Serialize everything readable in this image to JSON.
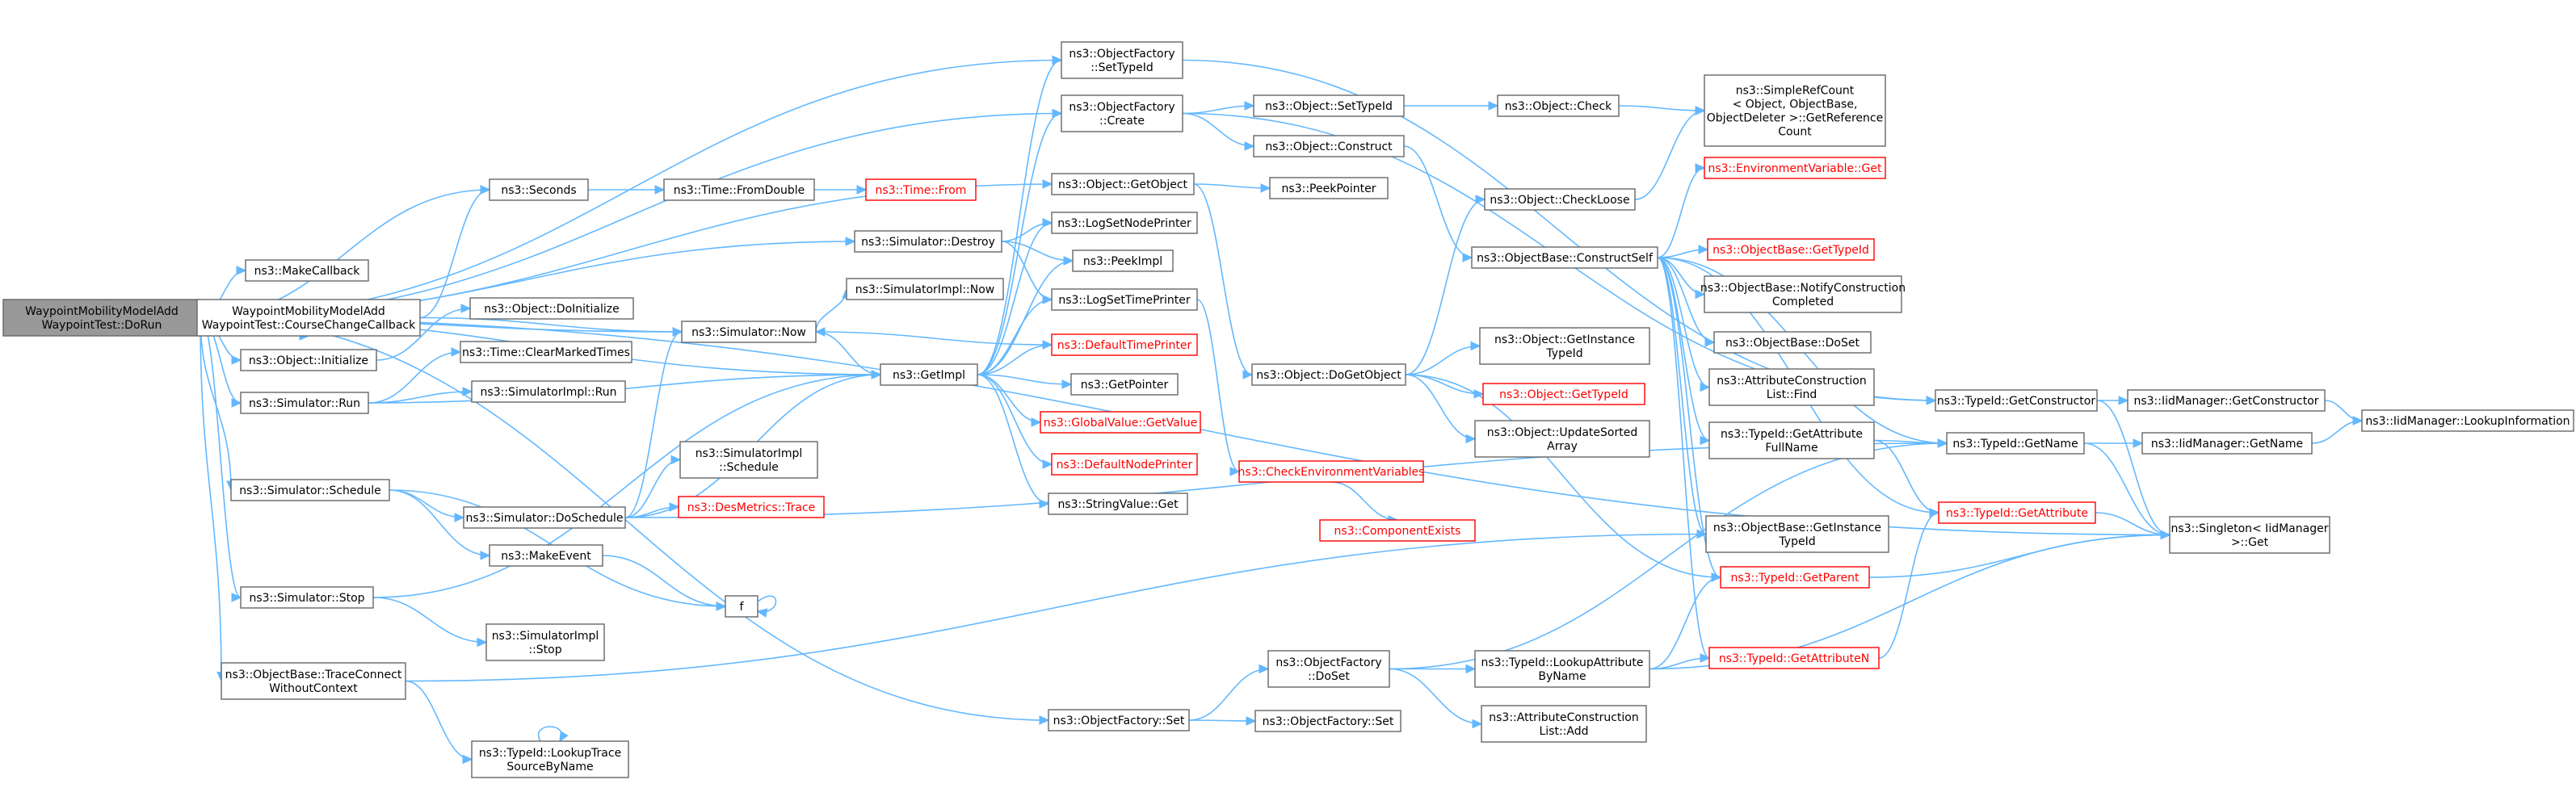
{
  "colors": {
    "edge": "#63b8ff",
    "border": "#666666",
    "root_fill": "#999999",
    "link_red": "#ff0000"
  },
  "nodes": [
    {
      "id": "root",
      "lines": [
        "WaypointMobilityModelAdd",
        "WaypointTest::DoRun"
      ],
      "style": "root"
    },
    {
      "id": "makecallback",
      "lines": [
        "ns3::MakeCallback"
      ]
    },
    {
      "id": "coursechange",
      "lines": [
        "WaypointMobilityModelAdd",
        "WaypointTest::CourseChangeCallback"
      ]
    },
    {
      "id": "objinit",
      "lines": [
        "ns3::Object::Initialize"
      ]
    },
    {
      "id": "simrun",
      "lines": [
        "ns3::Simulator::Run"
      ]
    },
    {
      "id": "simschedule",
      "lines": [
        "ns3::Simulator::Schedule"
      ]
    },
    {
      "id": "simstop",
      "lines": [
        "ns3::Simulator::Stop"
      ]
    },
    {
      "id": "traceconnect",
      "lines": [
        "ns3::ObjectBase::TraceConnect",
        "WithoutContext"
      ]
    },
    {
      "id": "seconds",
      "lines": [
        "ns3::Seconds"
      ]
    },
    {
      "id": "timefromdouble",
      "lines": [
        "ns3::Time::FromDouble"
      ]
    },
    {
      "id": "timefrom",
      "lines": [
        "ns3::Time::From"
      ],
      "style": "red"
    },
    {
      "id": "objdoinit",
      "lines": [
        "ns3::Object::DoInitialize"
      ]
    },
    {
      "id": "clearmarked",
      "lines": [
        "ns3::Time::ClearMarkedTimes"
      ]
    },
    {
      "id": "simimplrun",
      "lines": [
        "ns3::SimulatorImpl::Run"
      ]
    },
    {
      "id": "simnow",
      "lines": [
        "ns3::Simulator::Now"
      ]
    },
    {
      "id": "simimplnow",
      "lines": [
        "ns3::SimulatorImpl::Now"
      ]
    },
    {
      "id": "simdestroy",
      "lines": [
        "ns3::Simulator::Destroy"
      ]
    },
    {
      "id": "doschedule",
      "lines": [
        "ns3::Simulator::DoSchedule"
      ]
    },
    {
      "id": "makeevent",
      "lines": [
        "ns3::MakeEvent"
      ]
    },
    {
      "id": "f",
      "lines": [
        "f"
      ]
    },
    {
      "id": "simimplstop",
      "lines": [
        "ns3::SimulatorImpl",
        "::Stop"
      ]
    },
    {
      "id": "lookuptrace",
      "lines": [
        "ns3::TypeId::LookupTrace",
        "SourceByName"
      ]
    },
    {
      "id": "simimplschedule",
      "lines": [
        "ns3::SimulatorImpl",
        "::Schedule"
      ]
    },
    {
      "id": "desmetrics",
      "lines": [
        "ns3::DesMetrics::Trace"
      ],
      "style": "red"
    },
    {
      "id": "getimpl",
      "lines": [
        "ns3::GetImpl"
      ]
    },
    {
      "id": "ofsettypeid",
      "lines": [
        "ns3::ObjectFactory",
        "::SetTypeId"
      ]
    },
    {
      "id": "ofcreate",
      "lines": [
        "ns3::ObjectFactory",
        "::Create"
      ]
    },
    {
      "id": "objgetobject",
      "lines": [
        "ns3::Object::GetObject"
      ]
    },
    {
      "id": "logsetnode",
      "lines": [
        "ns3::LogSetNodePrinter"
      ]
    },
    {
      "id": "peekimpl",
      "lines": [
        "ns3::PeekImpl"
      ]
    },
    {
      "id": "logsettime",
      "lines": [
        "ns3::LogSetTimePrinter"
      ]
    },
    {
      "id": "defaulttime",
      "lines": [
        "ns3::DefaultTimePrinter"
      ],
      "style": "red"
    },
    {
      "id": "getpointer",
      "lines": [
        "ns3::GetPointer"
      ]
    },
    {
      "id": "globalvalue",
      "lines": [
        "ns3::GlobalValue::GetValue"
      ],
      "style": "red"
    },
    {
      "id": "defaultnode",
      "lines": [
        "ns3::DefaultNodePrinter"
      ],
      "style": "red"
    },
    {
      "id": "stringvalue",
      "lines": [
        "ns3::StringValue::Get"
      ]
    },
    {
      "id": "ofset",
      "lines": [
        "ns3::ObjectFactory::Set"
      ]
    },
    {
      "id": "objsettypeid",
      "lines": [
        "ns3::Object::SetTypeId"
      ]
    },
    {
      "id": "objconstruct",
      "lines": [
        "ns3::Object::Construct"
      ]
    },
    {
      "id": "peekpointer",
      "lines": [
        "ns3::PeekPointer"
      ]
    },
    {
      "id": "objdogetobject",
      "lines": [
        "ns3::Object::DoGetObject"
      ]
    },
    {
      "id": "checkenv",
      "lines": [
        "ns3::CheckEnvironmentVariables"
      ],
      "style": "red"
    },
    {
      "id": "componentexists",
      "lines": [
        "ns3::ComponentExists"
      ],
      "style": "red"
    },
    {
      "id": "ofdoset",
      "lines": [
        "ns3::ObjectFactory",
        "::DoSet"
      ]
    },
    {
      "id": "ofset2",
      "lines": [
        "ns3::ObjectFactory::Set"
      ]
    },
    {
      "id": "objcheck",
      "lines": [
        "ns3::Object::Check"
      ]
    },
    {
      "id": "objcheckloose",
      "lines": [
        "ns3::Object::CheckLoose"
      ]
    },
    {
      "id": "constructself",
      "lines": [
        "ns3::ObjectBase::ConstructSelf"
      ]
    },
    {
      "id": "objgetinstance",
      "lines": [
        "ns3::Object::GetInstance",
        "TypeId"
      ]
    },
    {
      "id": "objgettypeid",
      "lines": [
        "ns3::Object::GetTypeId"
      ],
      "style": "red"
    },
    {
      "id": "objupdatesorted",
      "lines": [
        "ns3::Object::UpdateSorted",
        "Array"
      ]
    },
    {
      "id": "lookupattr",
      "lines": [
        "ns3::TypeId::LookupAttribute",
        "ByName"
      ]
    },
    {
      "id": "attrconstructadd",
      "lines": [
        "ns3::AttributeConstruction",
        "List::Add"
      ]
    },
    {
      "id": "simplerefcount",
      "lines": [
        "ns3::SimpleRefCount",
        "< Object, ObjectBase,",
        "ObjectDeleter >::GetReference",
        "Count"
      ]
    },
    {
      "id": "envvarget",
      "lines": [
        "ns3::EnvironmentVariable::Get"
      ],
      "style": "red"
    },
    {
      "id": "obgettypeid",
      "lines": [
        "ns3::ObjectBase::GetTypeId"
      ],
      "style": "red"
    },
    {
      "id": "obnotify",
      "lines": [
        "ns3::ObjectBase::NotifyConstruction",
        "Completed"
      ]
    },
    {
      "id": "obdoset",
      "lines": [
        "ns3::ObjectBase::DoSet"
      ]
    },
    {
      "id": "attrconstructfind",
      "lines": [
        "ns3::AttributeConstruction",
        "List::Find"
      ]
    },
    {
      "id": "getattrfullname",
      "lines": [
        "ns3::TypeId::GetAttribute",
        "FullName"
      ]
    },
    {
      "id": "obgetinstance",
      "lines": [
        "ns3::ObjectBase::GetInstance",
        "TypeId"
      ]
    },
    {
      "id": "getparent",
      "lines": [
        "ns3::TypeId::GetParent"
      ],
      "style": "red"
    },
    {
      "id": "getattributen",
      "lines": [
        "ns3::TypeId::GetAttributeN"
      ],
      "style": "red"
    },
    {
      "id": "getconstructor",
      "lines": [
        "ns3::TypeId::GetConstructor"
      ]
    },
    {
      "id": "getname",
      "lines": [
        "ns3::TypeId::GetName"
      ]
    },
    {
      "id": "getattribute",
      "lines": [
        "ns3::TypeId::GetAttribute"
      ],
      "style": "red"
    },
    {
      "id": "iidgetconstructor",
      "lines": [
        "ns3::IidManager::GetConstructor"
      ]
    },
    {
      "id": "iidgetname",
      "lines": [
        "ns3::IidManager::GetName"
      ]
    },
    {
      "id": "iidlookupinfo",
      "lines": [
        "ns3::IidManager::LookupInformation"
      ]
    },
    {
      "id": "singletonget",
      "lines": [
        "ns3::Singleton< IidManager",
        ">::Get"
      ]
    }
  ],
  "edges": [
    [
      "root",
      "makecallback"
    ],
    [
      "root",
      "coursechange"
    ],
    [
      "root",
      "objinit"
    ],
    [
      "root",
      "simrun"
    ],
    [
      "root",
      "simschedule"
    ],
    [
      "root",
      "simstop"
    ],
    [
      "root",
      "traceconnect"
    ],
    [
      "root",
      "seconds"
    ],
    [
      "root",
      "simnow"
    ],
    [
      "root",
      "simdestroy"
    ],
    [
      "root",
      "getimpl"
    ],
    [
      "root",
      "ofsettypeid"
    ],
    [
      "root",
      "ofcreate"
    ],
    [
      "root",
      "objgetobject"
    ],
    [
      "root",
      "ofset"
    ],
    [
      "root",
      "singletonget"
    ],
    [
      "coursechange",
      "seconds"
    ],
    [
      "coursechange",
      "simnow"
    ],
    [
      "seconds",
      "timefromdouble"
    ],
    [
      "timefromdouble",
      "timefrom"
    ],
    [
      "objinit",
      "objdoinit"
    ],
    [
      "simrun",
      "clearmarked"
    ],
    [
      "simrun",
      "simimplrun"
    ],
    [
      "simrun",
      "getimpl"
    ],
    [
      "simnow",
      "simimplnow"
    ],
    [
      "simnow",
      "getimpl"
    ],
    [
      "simdestroy",
      "logsetnode"
    ],
    [
      "simdestroy",
      "peekimpl"
    ],
    [
      "simdestroy",
      "logsettime"
    ],
    [
      "simschedule",
      "doschedule"
    ],
    [
      "simschedule",
      "makeevent"
    ],
    [
      "simschedule",
      "f"
    ],
    [
      "doschedule",
      "simnow"
    ],
    [
      "doschedule",
      "getimpl"
    ],
    [
      "doschedule",
      "simimplschedule"
    ],
    [
      "doschedule",
      "desmetrics"
    ],
    [
      "doschedule",
      "getname"
    ],
    [
      "makeevent",
      "f"
    ],
    [
      "f",
      "f"
    ],
    [
      "simstop",
      "simimplstop"
    ],
    [
      "simstop",
      "getimpl"
    ],
    [
      "traceconnect",
      "lookuptrace"
    ],
    [
      "traceconnect",
      "obgetinstance"
    ],
    [
      "lookuptrace",
      "lookuptrace"
    ],
    [
      "getimpl",
      "ofsettypeid"
    ],
    [
      "getimpl",
      "ofcreate"
    ],
    [
      "getimpl",
      "logsetnode"
    ],
    [
      "getimpl",
      "peekimpl"
    ],
    [
      "getimpl",
      "logsettime"
    ],
    [
      "getimpl",
      "defaulttime"
    ],
    [
      "getimpl",
      "getpointer"
    ],
    [
      "getimpl",
      "globalvalue"
    ],
    [
      "getimpl",
      "defaultnode"
    ],
    [
      "getimpl",
      "stringvalue"
    ],
    [
      "logsettime",
      "checkenv"
    ],
    [
      "defaulttime",
      "simnow"
    ],
    [
      "checkenv",
      "componentexists"
    ],
    [
      "ofsettypeid",
      "getconstructor"
    ],
    [
      "ofcreate",
      "objsettypeid"
    ],
    [
      "ofcreate",
      "objconstruct"
    ],
    [
      "ofcreate",
      "getconstructor"
    ],
    [
      "objgetobject",
      "peekpointer"
    ],
    [
      "objgetobject",
      "objdogetobject"
    ],
    [
      "objsettypeid",
      "objcheck"
    ],
    [
      "objcheck",
      "simplerefcount"
    ],
    [
      "objconstruct",
      "constructself"
    ],
    [
      "objdogetobject",
      "objcheckloose"
    ],
    [
      "objdogetobject",
      "objgetinstance"
    ],
    [
      "objdogetobject",
      "objgettypeid"
    ],
    [
      "objdogetobject",
      "objupdatesorted"
    ],
    [
      "objdogetobject",
      "getparent"
    ],
    [
      "objcheckloose",
      "simplerefcount"
    ],
    [
      "ofset",
      "ofdoset"
    ],
    [
      "ofset",
      "ofset2"
    ],
    [
      "ofdoset",
      "lookupattr"
    ],
    [
      "ofdoset",
      "attrconstructadd"
    ],
    [
      "ofdoset",
      "getname"
    ],
    [
      "lookupattr",
      "getparent"
    ],
    [
      "lookupattr",
      "getattributen"
    ],
    [
      "lookupattr",
      "singletonget"
    ],
    [
      "constructself",
      "envvarget"
    ],
    [
      "constructself",
      "obgettypeid"
    ],
    [
      "constructself",
      "obnotify"
    ],
    [
      "constructself",
      "obdoset"
    ],
    [
      "constructself",
      "attrconstructfind"
    ],
    [
      "constructself",
      "getattrfullname"
    ],
    [
      "constructself",
      "obgetinstance"
    ],
    [
      "constructself",
      "getparent"
    ],
    [
      "constructself",
      "getattributen"
    ],
    [
      "constructself",
      "getname"
    ],
    [
      "constructself",
      "getattribute"
    ],
    [
      "getattrfullname",
      "getname"
    ],
    [
      "getattrfullname",
      "getattribute"
    ],
    [
      "getparent",
      "singletonget"
    ],
    [
      "getattributen",
      "getattribute"
    ],
    [
      "getattribute",
      "singletonget"
    ],
    [
      "getconstructor",
      "iidgetconstructor"
    ],
    [
      "getconstructor",
      "singletonget"
    ],
    [
      "getname",
      "iidgetname"
    ],
    [
      "getname",
      "singletonget"
    ],
    [
      "iidgetconstructor",
      "iidlookupinfo"
    ],
    [
      "iidgetname",
      "iidlookupinfo"
    ]
  ]
}
